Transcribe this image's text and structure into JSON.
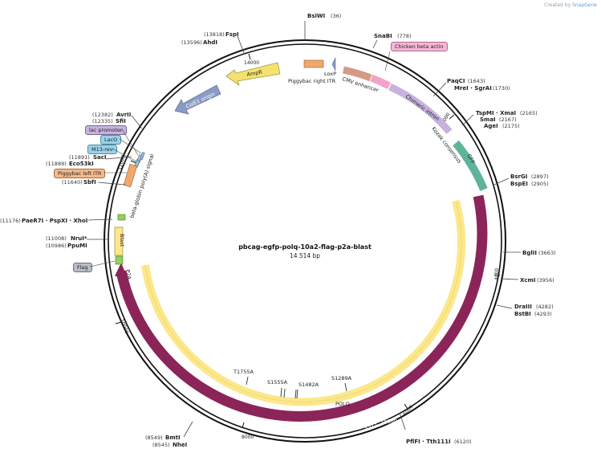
{
  "watermark": {
    "prefix": "Created by",
    "brand": "SnapGene"
  },
  "plasmid": {
    "name": "pbcag-egfp-polq-10a2-flag-p2a-blast",
    "size": "14 514 bp",
    "length": 14514
  },
  "sites_right": [
    {
      "name": "BsiWI",
      "pos": "(36)"
    },
    {
      "name": "SnaBI",
      "pos": "(778)"
    },
    {
      "name": "PaqCI",
      "pos": "(1643)"
    },
    {
      "name": "MreI · SgrAI",
      "pos": "(1730)"
    },
    {
      "name": "TspMI · XmaI",
      "pos": "(2165)"
    },
    {
      "name": "SmaI",
      "pos": "(2167)"
    },
    {
      "name": "AgeI",
      "pos": "(2175)"
    },
    {
      "name": "BsrGI",
      "pos": "(2897)"
    },
    {
      "name": "BspEI",
      "pos": "(2905)"
    },
    {
      "name": "BglII",
      "pos": "(3663)"
    },
    {
      "name": "XcmI",
      "pos": "(3956)"
    },
    {
      "name": "DraIII",
      "pos": "(4282)"
    },
    {
      "name": "BstBI",
      "pos": "(4293)"
    },
    {
      "name": "PflFI · Tth111I",
      "pos": "(6120)"
    }
  ],
  "sites_left": [
    {
      "name": "FspI",
      "pos": "(13818)"
    },
    {
      "name": "AhdI",
      "pos": "(13596)"
    },
    {
      "name": "AvrII",
      "pos": "(12382)"
    },
    {
      "name": "SfiI",
      "pos": "(12335)"
    },
    {
      "name": "SacI",
      "pos": "(11891)"
    },
    {
      "name": "Eco53kI",
      "pos": "(11889)"
    },
    {
      "name": "SbfI",
      "pos": "(11640)"
    },
    {
      "name": "PaeR7I · PspXI · XhoI",
      "pos": "(11176)"
    },
    {
      "name": "NruI*",
      "pos": "(11008)"
    },
    {
      "name": "PpuMI",
      "pos": "(10986)"
    },
    {
      "name": "BmtI",
      "pos": "(8549)"
    },
    {
      "name": "NheI",
      "pos": "(8545)"
    }
  ],
  "tags": {
    "chicken_beta_actin": "Chicken beta actin",
    "lac_promoter": "lac promoter",
    "lacO": "LacO",
    "m13_rev": "M13-rev",
    "piggybac_left_itr": "Piggybac left ITR",
    "flag": "Flag"
  },
  "features": {
    "amp_r": "AmpR",
    "ori": "ColE1 origin",
    "piggybac_right": "Piggybac right ITR",
    "loxp": "LoxP",
    "cmv": "CMV enhancer",
    "chimeric_intron": "Chimeric intron",
    "kozak": "Kozak consensus",
    "gfp": "GFP",
    "polya": "beta-globin poly(A) signal",
    "blast": "Blast",
    "p2a": "P2A",
    "polq": "POLQ",
    "translation": "Translation 2917..10686"
  },
  "ticks": [
    "14000",
    "2000",
    "4000",
    "6000",
    "8000",
    "10000",
    "12000"
  ],
  "mutations": [
    "T1755A",
    "S1555A",
    "S1482A",
    "S1289A"
  ],
  "colors": {
    "translation": "#8b2459",
    "polq": "#fce88a",
    "gfp": "#5fb39a",
    "amp": "#f3e26f",
    "ori": "#8a9cc4",
    "cmv": "#d49a86",
    "cbeta": "#f3a2c8",
    "intron": "#c7b3de",
    "itr": "#f3a86b"
  }
}
